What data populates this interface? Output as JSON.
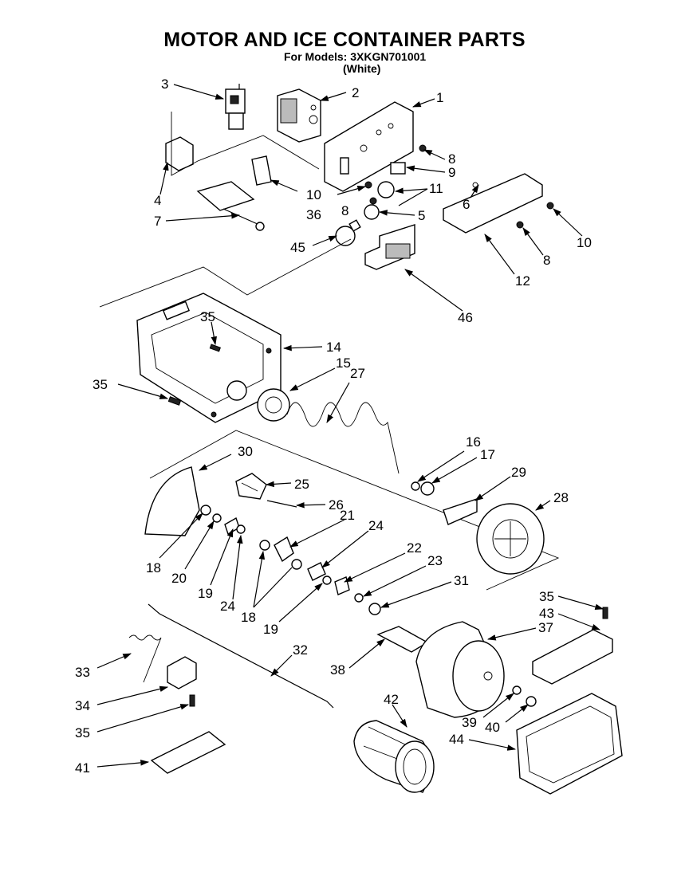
{
  "header": {
    "title": "MOTOR AND ICE CONTAINER PARTS",
    "models_line": "For Models: 3XKGN701001",
    "color_line": "(White)"
  },
  "callouts": [
    {
      "id": "c1",
      "label": "1"
    },
    {
      "id": "c2",
      "label": "2"
    },
    {
      "id": "c3",
      "label": "3"
    },
    {
      "id": "c4",
      "label": "4"
    },
    {
      "id": "c5",
      "label": "5"
    },
    {
      "id": "c6",
      "label": "6"
    },
    {
      "id": "c7",
      "label": "7"
    },
    {
      "id": "c8a",
      "label": "8"
    },
    {
      "id": "c8b",
      "label": "8"
    },
    {
      "id": "c8c",
      "label": "8"
    },
    {
      "id": "c9",
      "label": "9"
    },
    {
      "id": "c10a",
      "label": "10"
    },
    {
      "id": "c10b",
      "label": "10"
    },
    {
      "id": "c11",
      "label": "11"
    },
    {
      "id": "c12",
      "label": "12"
    },
    {
      "id": "c14",
      "label": "14"
    },
    {
      "id": "c15",
      "label": "15"
    },
    {
      "id": "c16",
      "label": "16"
    },
    {
      "id": "c17",
      "label": "17"
    },
    {
      "id": "c18a",
      "label": "18"
    },
    {
      "id": "c18b",
      "label": "18"
    },
    {
      "id": "c19a",
      "label": "19"
    },
    {
      "id": "c19b",
      "label": "19"
    },
    {
      "id": "c20",
      "label": "20"
    },
    {
      "id": "c21",
      "label": "21"
    },
    {
      "id": "c22",
      "label": "22"
    },
    {
      "id": "c23",
      "label": "23"
    },
    {
      "id": "c24a",
      "label": "24"
    },
    {
      "id": "c24b",
      "label": "24"
    },
    {
      "id": "c25",
      "label": "25"
    },
    {
      "id": "c26",
      "label": "26"
    },
    {
      "id": "c27",
      "label": "27"
    },
    {
      "id": "c28",
      "label": "28"
    },
    {
      "id": "c29",
      "label": "29"
    },
    {
      "id": "c30",
      "label": "30"
    },
    {
      "id": "c31",
      "label": "31"
    },
    {
      "id": "c32",
      "label": "32"
    },
    {
      "id": "c33",
      "label": "33"
    },
    {
      "id": "c34",
      "label": "34"
    },
    {
      "id": "c35a",
      "label": "35"
    },
    {
      "id": "c35b",
      "label": "35"
    },
    {
      "id": "c35c",
      "label": "35"
    },
    {
      "id": "c35d",
      "label": "35"
    },
    {
      "id": "c36",
      "label": "36"
    },
    {
      "id": "c37",
      "label": "37"
    },
    {
      "id": "c38",
      "label": "38"
    },
    {
      "id": "c39",
      "label": "39"
    },
    {
      "id": "c40",
      "label": "40"
    },
    {
      "id": "c41",
      "label": "41"
    },
    {
      "id": "c42",
      "label": "42"
    },
    {
      "id": "c43",
      "label": "43"
    },
    {
      "id": "c44",
      "label": "44"
    },
    {
      "id": "c45",
      "label": "45"
    },
    {
      "id": "c46",
      "label": "46"
    }
  ]
}
